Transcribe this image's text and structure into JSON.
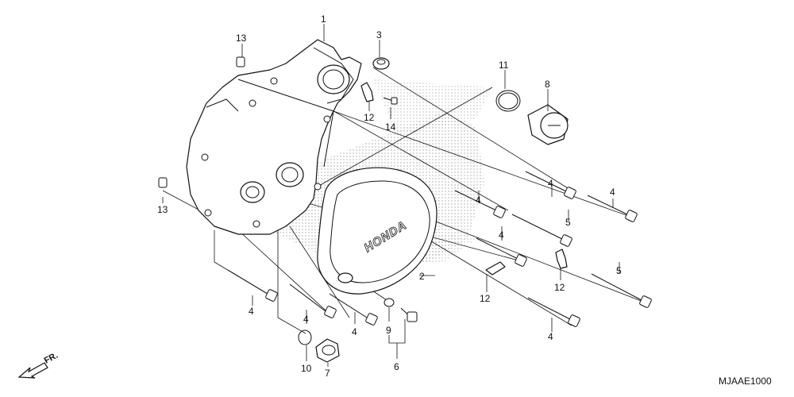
{
  "diagram": {
    "cover_logo": "HONDA",
    "direction_label": "FR.",
    "figure_code": "MJAAE1000",
    "callouts": {
      "c1": "1",
      "c2": "2",
      "c3": "3",
      "c4a": "4",
      "c4b": "4",
      "c4c": "4",
      "c4d": "4",
      "c4e": "4",
      "c4f": "4",
      "c4g": "4",
      "c4h": "4",
      "c5a": "5",
      "c5b": "5",
      "c6": "6",
      "c7": "7",
      "c8": "8",
      "c9": "9",
      "c10": "10",
      "c11": "11",
      "c12a": "12",
      "c12b": "12",
      "c12c": "12",
      "c13a": "13",
      "c13b": "13",
      "c14": "14"
    }
  }
}
